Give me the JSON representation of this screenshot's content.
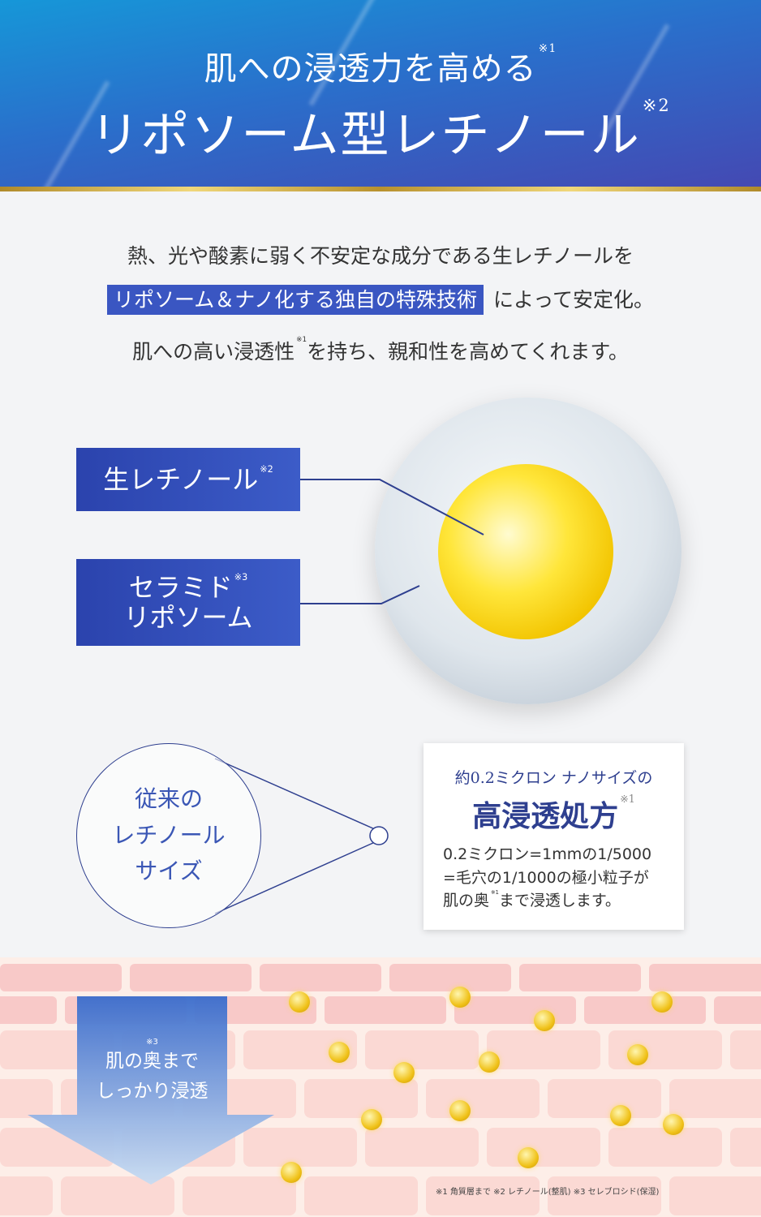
{
  "header": {
    "line1": "肌への浸透力を高める",
    "line1_note": "※1",
    "line2": "リポソーム型レチノール",
    "line2_note": "※2"
  },
  "intro": {
    "line1": "熱、光や酸素に弱く不安定な成分である生レチノールを",
    "highlight": "リポソーム＆ナノ化する独自の特殊技術",
    "line2_rest": "によって安定化。",
    "line3_a": "肌への高い浸透性",
    "line3_note": "※1",
    "line3_b": "を持ち、親和性を高めてくれます。"
  },
  "labels": {
    "raw_retinol": "生レチノール",
    "raw_retinol_note": "※2",
    "ceramide_line1": "セラミド",
    "ceramide_note": "※3",
    "ceramide_line2": "リポソーム"
  },
  "comparison": {
    "line1": "従来の",
    "line2": "レチノール",
    "line3": "サイズ"
  },
  "info": {
    "sub": "約0.2ミクロン ナノサイズの",
    "title": "高浸透処方",
    "title_note": "※1",
    "body1": "0.2ミクロン=1mmの1/5000",
    "body2": "=毛穴の1/1000の極小粒子が",
    "body3_a": "肌の奥",
    "body3_note": "※1",
    "body3_b": "まで浸透します。"
  },
  "arrow": {
    "note": "※3",
    "line1": "肌の奥まで",
    "line2": "しっかり浸透"
  },
  "footnote": "※1 角質層まで ※2 レチノール(整肌) ※3 セレブロシド(保湿)",
  "colors": {
    "header_top": "#1697d8",
    "header_bottom": "#4449b3",
    "accent": "#3a56c2",
    "gold": "#d9b54a",
    "skin": "#fdeee8"
  }
}
